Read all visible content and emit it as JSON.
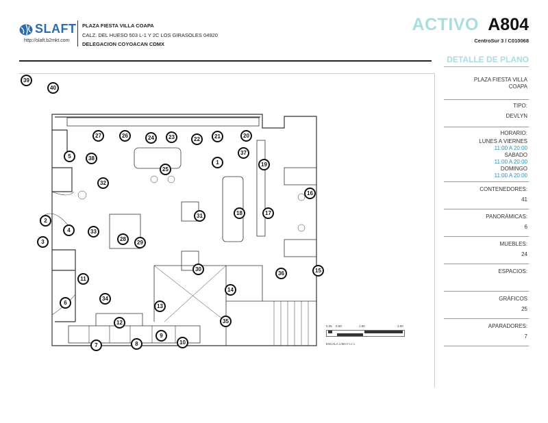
{
  "header": {
    "logo": {
      "wordmark": "SLAFT",
      "url": "http://slaft.b2mkt.com",
      "color": "#2a6cae"
    },
    "address": {
      "name": "PLAZA FIESTA VILLA COAPA",
      "line": "CALZ. DEL HUESO 503 L-1 Y 2C LOS GIRASOLES 04920",
      "city": "DELEGACION COYOACAN CDMX"
    },
    "title_prefix": "ACTIVO",
    "title_code": "A804",
    "subcode": "CentroSur 3 / C010068",
    "section_title": "DETALLE DE PLANO",
    "accent_color": "#a9dde0"
  },
  "sidebar": {
    "plaza": "PLAZA FIESTA VILLA COAPA",
    "tipo": {
      "label": "TIPO:",
      "value": "DEVLYN"
    },
    "horario": {
      "label": "HORARIO:",
      "entries": [
        {
          "day": "LUNES A VIERNES",
          "hours": "11:00 A 20:00"
        },
        {
          "day": "SABADO",
          "hours": "11:00 A 20:00"
        },
        {
          "day": "DOMINGO",
          "hours": "11:00 A 20:00"
        }
      ]
    },
    "contenedores": {
      "label": "CONTENEDORES:",
      "value": "41"
    },
    "panoramicas": {
      "label": "PANORÁMICAS:",
      "value": "6"
    },
    "muebles": {
      "label": "MUEBLES:",
      "value": "24"
    },
    "espacios": {
      "label": "ESPACIOS:",
      "value": ""
    },
    "graficos": {
      "label": "GRÁFICOS",
      "value": "25"
    },
    "aparadores": {
      "label": "APARADORES:",
      "value": "7"
    }
  },
  "scale": {
    "ticks": [
      "0.25",
      "0.50",
      "1.50",
      "3.00"
    ],
    "caption": "ESCALA 1:50",
    "note": "RP1074"
  },
  "plan": {
    "markers": [
      "1",
      "2",
      "3",
      "4",
      "5",
      "6",
      "7",
      "8",
      "9",
      "10",
      "11",
      "12",
      "13",
      "14",
      "15",
      "16",
      "17",
      "18",
      "19",
      "20",
      "21",
      "22",
      "23",
      "24",
      "25",
      "26",
      "27",
      "28",
      "29",
      "30",
      "31",
      "32",
      "33",
      "34",
      "35",
      "36",
      "37",
      "38",
      "39",
      "40"
    ]
  }
}
